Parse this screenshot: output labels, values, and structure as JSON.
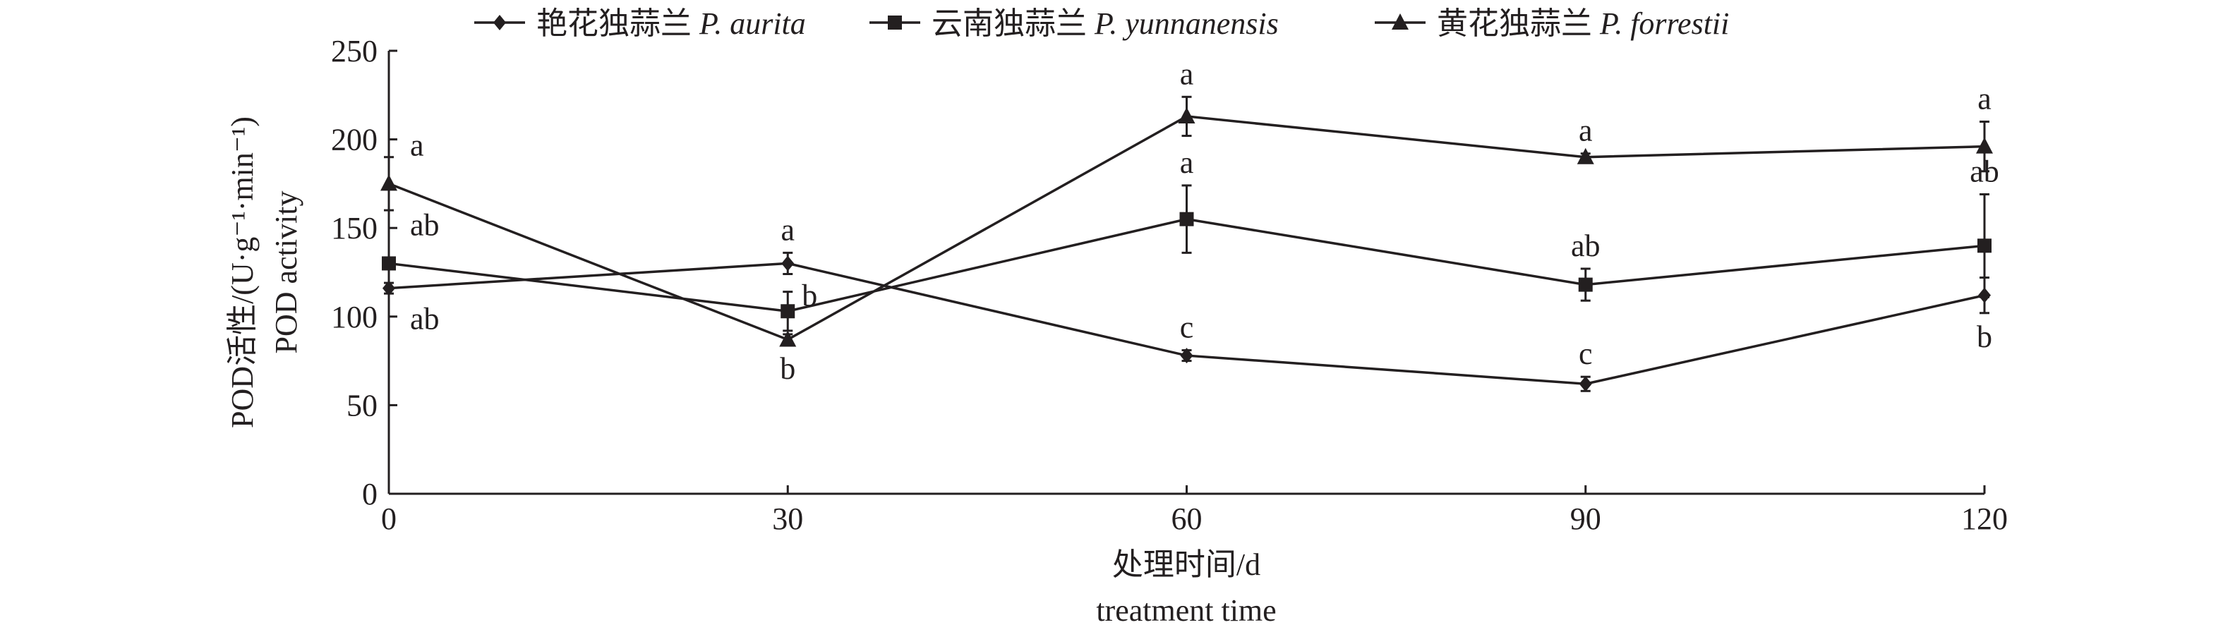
{
  "chart_data": {
    "type": "line",
    "title": "",
    "xlabel": "处理时间/d",
    "xlabel_en": "treatment time",
    "ylabel": "POD活性/(U·g⁻¹·min⁻¹)",
    "ylabel_en": "POD activity",
    "x": [
      0,
      30,
      60,
      90,
      120
    ],
    "xticks": [
      "0",
      "30",
      "60",
      "90",
      "120"
    ],
    "yticks": [
      "0",
      "50",
      "100",
      "150",
      "200",
      "250"
    ],
    "xlim": [
      0,
      120
    ],
    "ylim": [
      0,
      250
    ],
    "grid": false,
    "legend_placement": "top",
    "series": [
      {
        "name": "艳花独蒜兰 P. aurita",
        "name_cn": "艳花独蒜兰",
        "name_latin": "P. aurita",
        "marker": "diamond",
        "values": [
          116,
          130,
          78,
          62,
          112
        ],
        "errors": [
          3,
          6,
          3,
          4,
          10
        ],
        "letters": [
          "ab",
          "a",
          "c",
          "c",
          "b"
        ],
        "letter_pos": [
          "right-below",
          "above",
          "above",
          "above",
          "below"
        ]
      },
      {
        "name": "云南独蒜兰 P. yunnanensis",
        "name_cn": "云南独蒜兰",
        "name_latin": "P. yunnanensis",
        "marker": "square",
        "values": [
          130,
          103,
          155,
          118,
          140
        ],
        "errors": [
          3,
          11,
          19,
          9,
          29
        ],
        "letters": [
          "ab",
          "b",
          "a",
          "ab",
          "ab"
        ],
        "letter_pos": [
          "right-above",
          "right",
          "above",
          "above",
          "above"
        ]
      },
      {
        "name": "黄花独蒜兰 P. forrestii",
        "name_cn": "黄花独蒜兰",
        "name_latin": "P. forrestii",
        "marker": "triangle",
        "values": [
          175,
          87,
          213,
          190,
          196
        ],
        "errors": [
          15,
          3,
          11,
          2,
          14
        ],
        "letters": [
          "a",
          "b",
          "a",
          "a",
          "a"
        ],
        "letter_pos": [
          "right-above",
          "below",
          "above",
          "above",
          "above"
        ]
      }
    ]
  }
}
